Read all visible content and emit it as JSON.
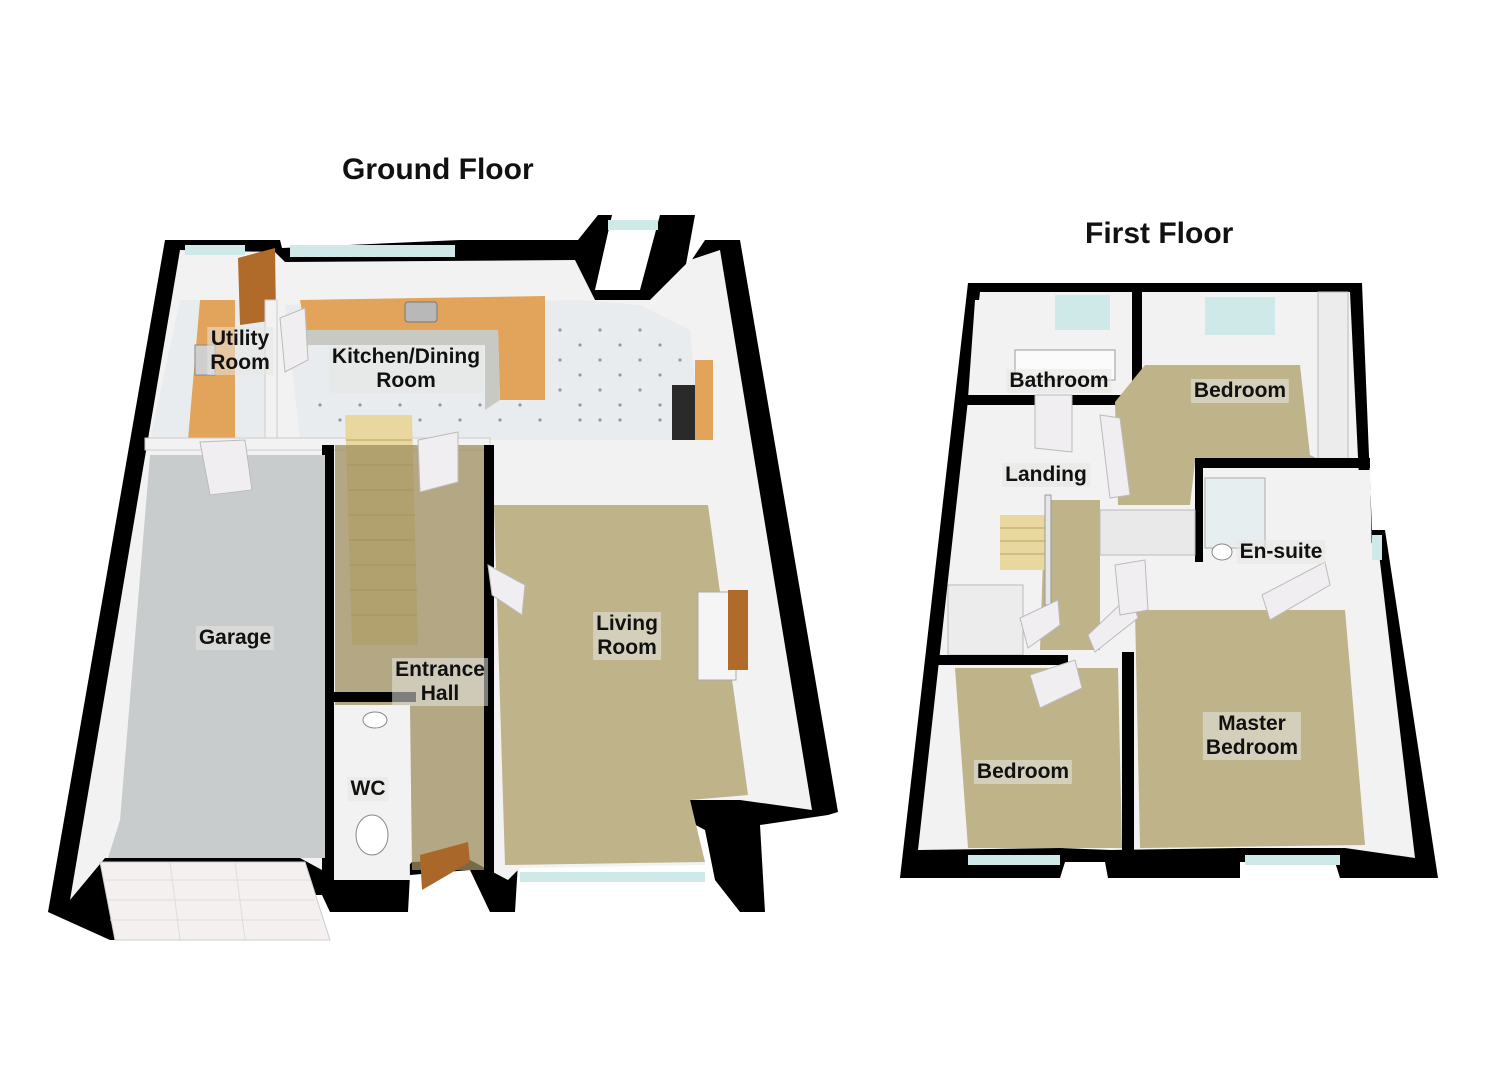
{
  "ground_floor": {
    "title": "Ground Floor",
    "rooms": {
      "utility": "Utility\nRoom",
      "kitchen": "Kitchen/Dining\nRoom",
      "garage": "Garage",
      "living": "Living\nRoom",
      "entrance": "Entrance\nHall",
      "wc": "WC"
    }
  },
  "first_floor": {
    "title": "First Floor",
    "rooms": {
      "bathroom": "Bathroom",
      "bedroom_rear": "Bedroom",
      "landing": "Landing",
      "ensuite": "En-suite",
      "master": "Master\nBedroom",
      "bedroom_front": "Bedroom"
    }
  },
  "colors": {
    "wall": "#000000",
    "wall_inner": "#f2f2f2",
    "carpet": "#bfb38a",
    "kitchen_floor": "#e9ecef",
    "garage_floor": "#c9cccd",
    "worktop": "#e2a45a",
    "stairs": "#e8d8a0",
    "glass": "#cfe8e8",
    "door": "#f0eef0"
  }
}
